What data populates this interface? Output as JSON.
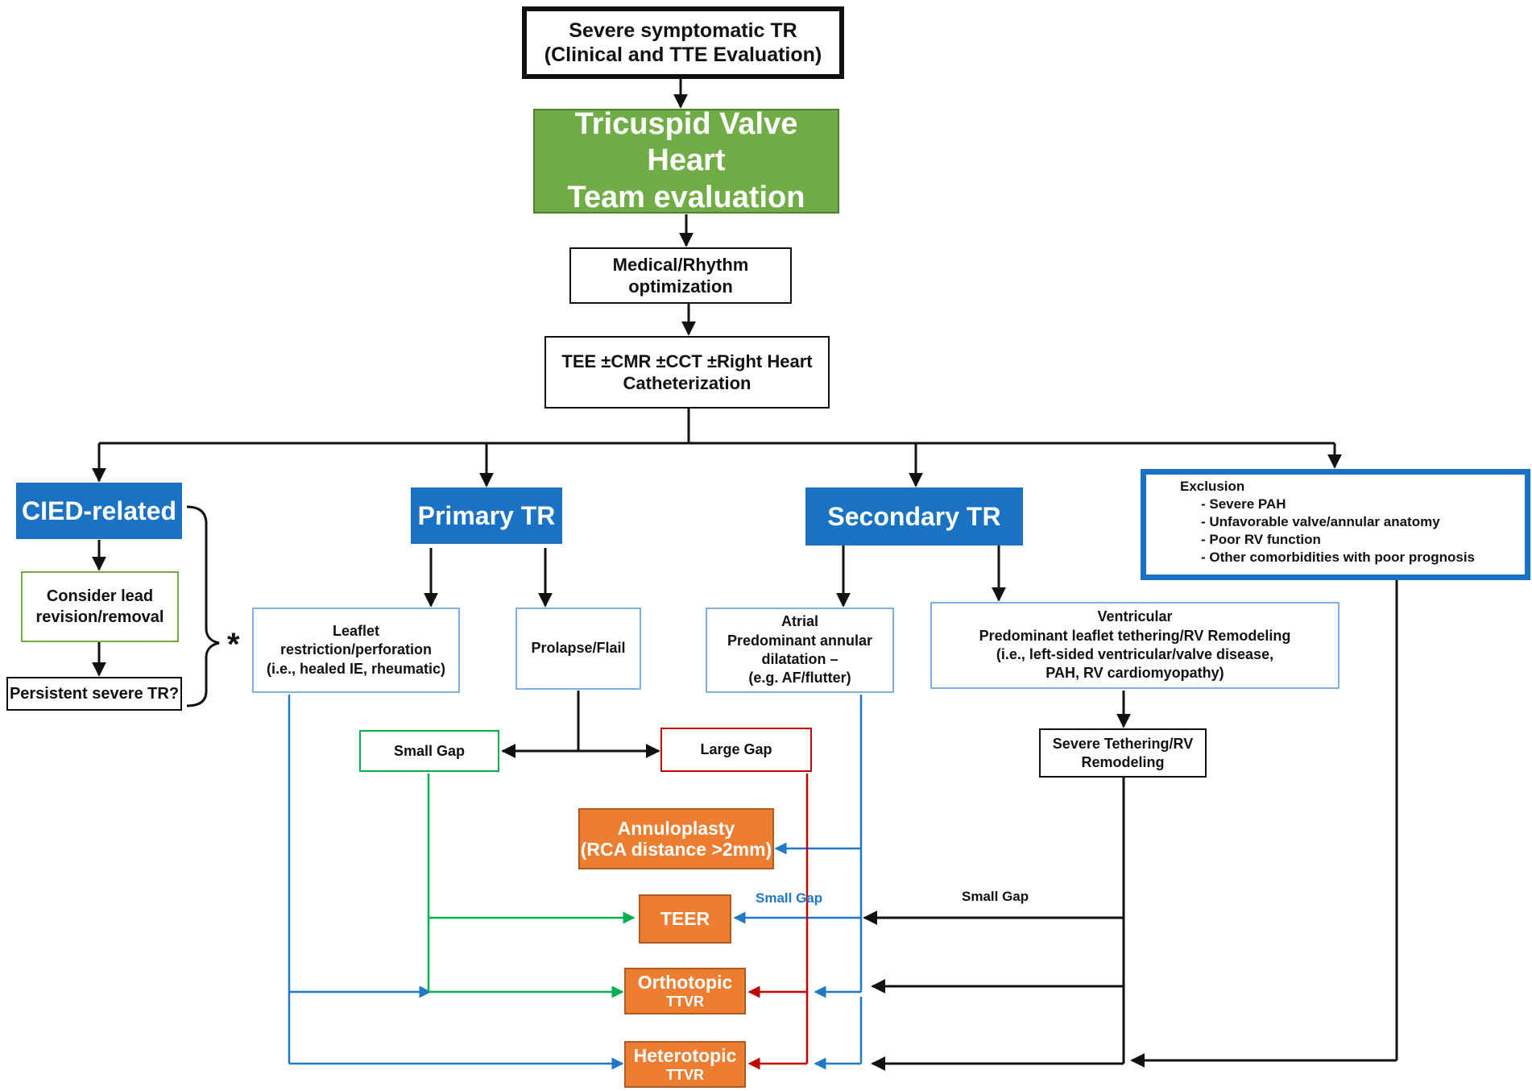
{
  "colors": {
    "black": "#111111",
    "blue_line": "#1f78c8",
    "green_line": "#00b050",
    "red_line": "#c00000",
    "green_fill": "#70ad47",
    "blue_fill": "#1a72c4",
    "orange_fill": "#ed7d31"
  },
  "nodes": {
    "start": {
      "lines": [
        "Severe symptomatic TR",
        "(Clinical and TTE Evaluation)"
      ]
    },
    "team": {
      "lines": [
        "Tricuspid Valve Heart",
        "Team evaluation"
      ]
    },
    "medical": {
      "lines": [
        "Medical/Rhythm",
        "optimization"
      ]
    },
    "imaging": {
      "lines": [
        "TEE ±CMR ±CCT ±Right Heart",
        "Catheterization"
      ]
    },
    "cied": {
      "text": "CIED-related"
    },
    "primary": {
      "text": "Primary TR"
    },
    "secondary": {
      "text": "Secondary TR"
    },
    "exclusion": {
      "title": "Exclusion",
      "items": [
        "- Severe PAH",
        "- Unfavorable valve/annular anatomy",
        "- Poor RV function",
        "- Other comorbidities with poor prognosis"
      ]
    },
    "lead": {
      "lines": [
        "Consider lead",
        "revision/removal"
      ]
    },
    "persistent": {
      "text": "Persistent severe TR?"
    },
    "leaflet": {
      "lines": [
        "Leaflet",
        "restriction/perforation",
        "(i.e., healed IE, rheumatic)"
      ]
    },
    "prolapse": {
      "text": "Prolapse/Flail"
    },
    "atrial": {
      "lines": [
        "Atrial",
        "Predominant  annular",
        "dilatation –",
        "(e.g. AF/flutter)"
      ]
    },
    "ventricular": {
      "lines": [
        "Ventricular",
        "Predominant leaflet tethering/RV Remodeling",
        "(i.e., left-sided ventricular/valve disease,",
        "PAH, RV cardiomyopathy)"
      ]
    },
    "small_gap": {
      "text": "Small Gap"
    },
    "large_gap": {
      "text": "Large Gap"
    },
    "severe_tethering": {
      "lines": [
        "Severe Tethering/RV",
        "Remodeling"
      ]
    },
    "annuloplasty": {
      "lines": [
        "Annuloplasty",
        "(RCA distance >2mm)"
      ]
    },
    "teer": {
      "text": "TEER"
    },
    "orthotopic": {
      "title": "Orthotopic",
      "sub": "TTVR"
    },
    "heterotopic": {
      "title": "Heterotopic",
      "sub": "TTVR"
    }
  },
  "edge_labels": {
    "small_gap_blue": "Small Gap",
    "small_gap_black": "Small Gap"
  },
  "annotation_symbol": "*"
}
